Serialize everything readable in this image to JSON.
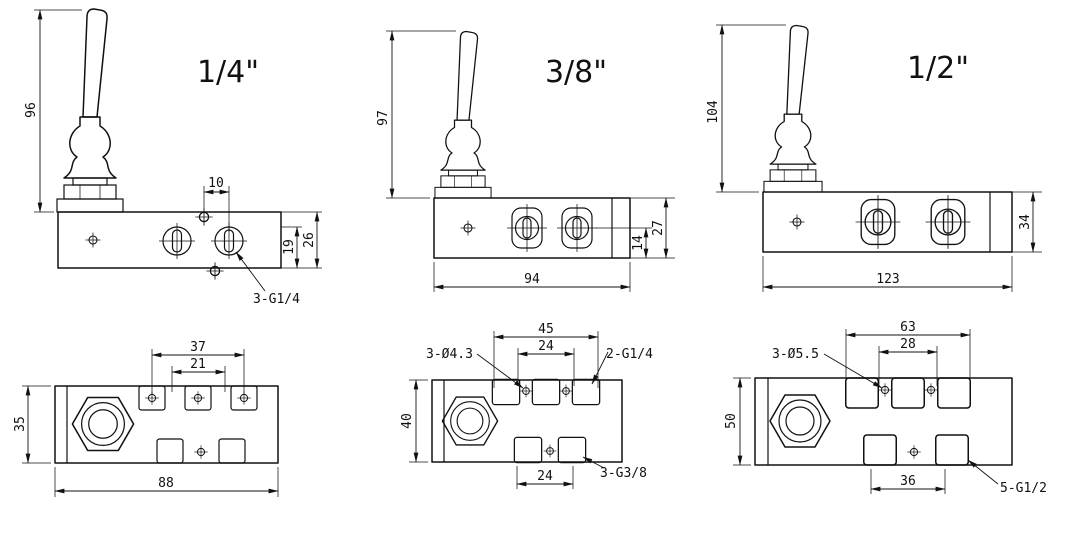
{
  "drawing": {
    "background": "#ffffff",
    "line_color": "#111111"
  },
  "variants": [
    {
      "id": "quarter-inch",
      "title": "1/4\"",
      "side_view": {
        "overall_height": "96",
        "top_hole_offset": "10",
        "port_offset": "19",
        "body_height": "26",
        "port_thread_label": "3-G1/4"
      },
      "plan_view": {
        "port_span_outer": "37",
        "port_span_inner": "21",
        "body_depth": "35",
        "body_width": "88"
      }
    },
    {
      "id": "three-eighth-inch",
      "title": "3/8\"",
      "side_view": {
        "overall_height": "97",
        "port_offset": "14",
        "body_height": "27",
        "body_width": "94"
      },
      "plan_view": {
        "port_span_outer": "45",
        "port_span_inner": "24",
        "mount_hole_label": "3-Ø4.3",
        "side_port_label": "2-G1/4",
        "body_depth": "40",
        "bottom_port_span": "24",
        "bottom_port_label": "3-G3/8"
      }
    },
    {
      "id": "half-inch",
      "title": "1/2\"",
      "side_view": {
        "overall_height": "104",
        "body_height": "34",
        "body_width": "123"
      },
      "plan_view": {
        "port_span_outer": "63",
        "port_span_inner": "28",
        "mount_hole_label": "3-Ø5.5",
        "body_depth": "50",
        "bottom_port_span": "36",
        "bottom_port_label": "5-G1/2"
      }
    }
  ]
}
